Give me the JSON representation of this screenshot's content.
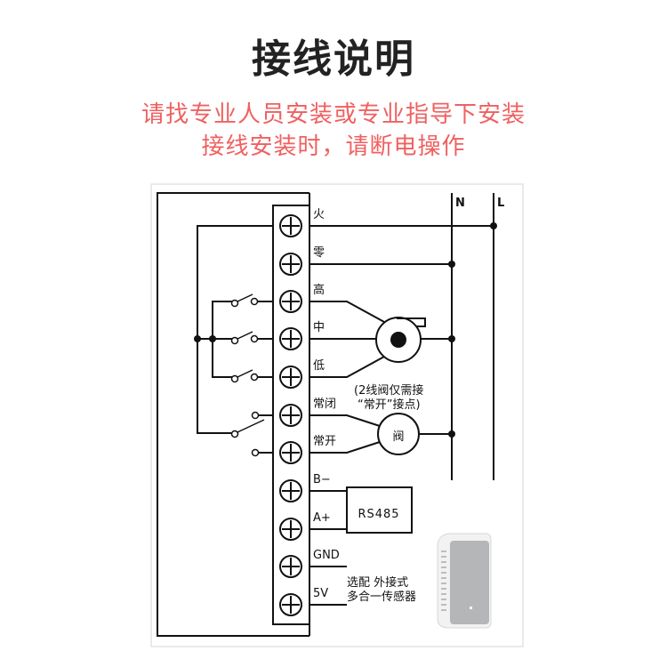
{
  "title": "接线说明",
  "warnings": {
    "line1": "请找专业人员安装或专业指导下安装",
    "line2": "接线安装时，请断电操作"
  },
  "power_lines": {
    "neutral": "N",
    "live": "L"
  },
  "terminals": [
    {
      "label": "火"
    },
    {
      "label": "零"
    },
    {
      "label": "高"
    },
    {
      "label": "中"
    },
    {
      "label": "低"
    },
    {
      "label": "常闭"
    },
    {
      "label": "常开"
    },
    {
      "label": "B−"
    },
    {
      "label": "A+"
    },
    {
      "label": "GND"
    },
    {
      "label": "5V"
    }
  ],
  "components": {
    "valve_label": "阀",
    "valve_note_line1": "(2线阀仅需接",
    "valve_note_line2": "“常开”接点)",
    "rs485_label": "RS485",
    "sensor_note_line1": "选配 外接式",
    "sensor_note_line2": "多合一传感器"
  },
  "colors": {
    "title": "#222222",
    "warning": "#f06060",
    "line": "#111111"
  }
}
